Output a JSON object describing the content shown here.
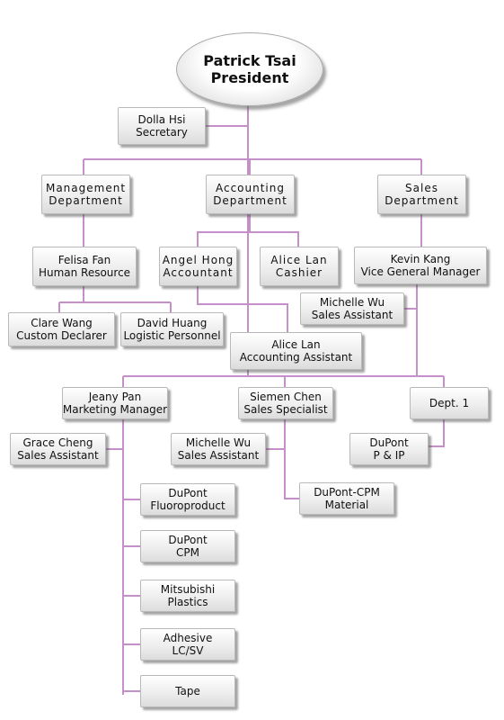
{
  "president": {
    "name": "Patrick Tsai",
    "title": "President"
  },
  "secretary": {
    "name": "Dolla Hsi",
    "title": "Secretary"
  },
  "departments": {
    "management": {
      "line1": "Management",
      "line2": "Department"
    },
    "accounting": {
      "line1": "Accounting",
      "line2": "Department"
    },
    "sales": {
      "line1": "Sales",
      "line2": "Department"
    }
  },
  "management_staff": {
    "felisa": {
      "name": "Felisa Fan",
      "title": "Human Resource"
    },
    "clare": {
      "name": "Clare Wang",
      "title": "Custom Declarer"
    },
    "david": {
      "name": "David Huang",
      "title": "Logistic Personnel"
    }
  },
  "accounting_staff": {
    "angel": {
      "name": "Angel Hong",
      "title": "Accountant"
    },
    "alice_cashier": {
      "name": "Alice Lan",
      "title": "Cashier"
    },
    "alice_assistant": {
      "name": "Alice Lan",
      "title": "Accounting Assistant"
    }
  },
  "sales_staff": {
    "kevin": {
      "name": "Kevin Kang",
      "title": "Vice General Manager"
    },
    "michelle_top": {
      "name": "Michelle Wu",
      "title": "Sales Assistant"
    },
    "jeany": {
      "name": "Jeany Pan",
      "title": "Marketing Manager"
    },
    "grace": {
      "name": "Grace Cheng",
      "title": "Sales Assistant"
    },
    "siemen": {
      "name": "Siemen Chen",
      "title": "Sales Specialist"
    },
    "michelle_siemen": {
      "name": "Michelle Wu",
      "title": "Sales Assistant"
    },
    "dept1": {
      "name": "Dept. 1"
    },
    "dupont_pip": {
      "line1": "DuPont",
      "line2": "P & IP"
    },
    "dupont_cpm_material": {
      "line1": "DuPont-CPM",
      "line2": "Material"
    }
  },
  "product_lines": [
    {
      "line1": "DuPont",
      "line2": "Fluoroproduct"
    },
    {
      "line1": "DuPont",
      "line2": "CPM"
    },
    {
      "line1": "Mitsubishi",
      "line2": "Plastics"
    },
    {
      "line1": "Adhesive",
      "line2": "LC/SV"
    },
    {
      "line1": "Tape",
      "line2": ""
    }
  ],
  "colors": {
    "connector": "#c58fc9",
    "box_border": "#b9b9b9",
    "shadow": "#5a5a5a"
  }
}
